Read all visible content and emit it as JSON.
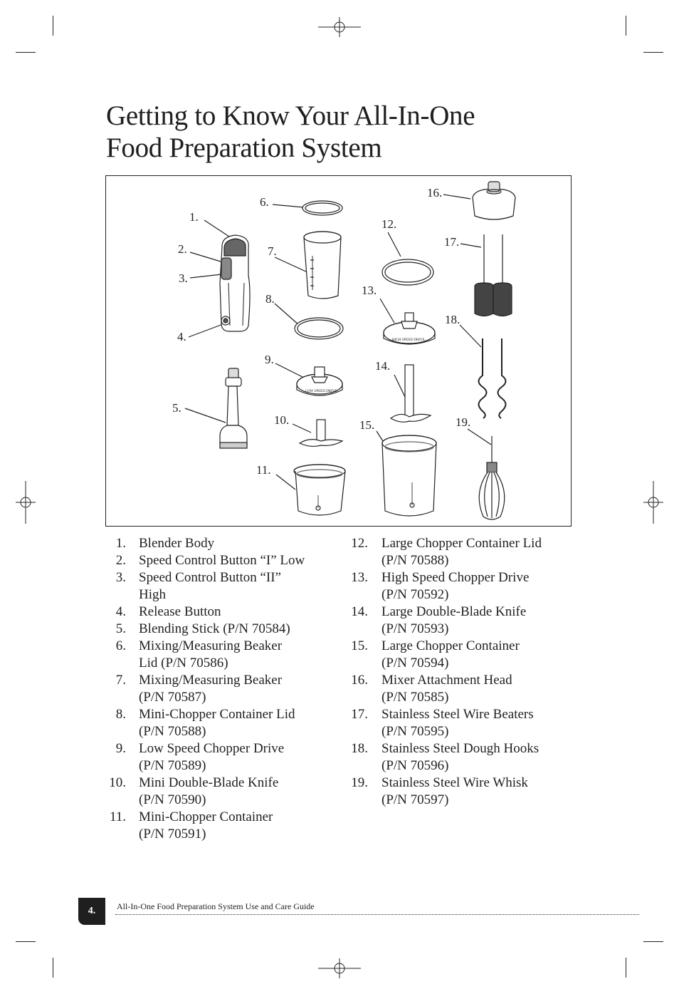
{
  "page": {
    "title_line1": "Getting to Know Your All-In-One",
    "title_line2": "Food Preparation System"
  },
  "figure": {
    "callouts": [
      "1.",
      "2.",
      "3.",
      "4.",
      "5.",
      "6.",
      "7.",
      "8.",
      "9.",
      "10.",
      "11.",
      "12.",
      "13.",
      "14.",
      "15.",
      "16.",
      "17.",
      "18.",
      "19."
    ],
    "high_speed_drive_text": "HIGH SPEED DRIVE",
    "low_speed_drive_text": "LOW SPEED DRIVE"
  },
  "parts_left": [
    {
      "num": "1.",
      "lines": [
        "Blender Body"
      ]
    },
    {
      "num": "2.",
      "lines": [
        "Speed Control Button “I” Low"
      ]
    },
    {
      "num": "3.",
      "lines": [
        "Speed Control Button “II”",
        "High"
      ]
    },
    {
      "num": "4.",
      "lines": [
        "Release Button"
      ]
    },
    {
      "num": "5.",
      "lines": [
        "Blending Stick (P/N 70584)"
      ]
    },
    {
      "num": "6.",
      "lines": [
        "Mixing/Measuring Beaker",
        "Lid (P/N 70586)"
      ]
    },
    {
      "num": "7.",
      "lines": [
        "Mixing/Measuring Beaker",
        "(P/N 70587)"
      ]
    },
    {
      "num": "8.",
      "lines": [
        "Mini-Chopper Container Lid",
        "(P/N 70588)"
      ]
    },
    {
      "num": "9.",
      "lines": [
        "Low Speed Chopper Drive",
        "(P/N 70589)"
      ]
    },
    {
      "num": "10.",
      "lines": [
        "Mini Double-Blade Knife",
        "(P/N 70590)"
      ]
    },
    {
      "num": "11.",
      "lines": [
        "Mini-Chopper Container",
        "(P/N 70591)"
      ]
    }
  ],
  "parts_right": [
    {
      "num": "12.",
      "lines": [
        "Large Chopper Container Lid",
        "(P/N 70588)"
      ]
    },
    {
      "num": "13.",
      "lines": [
        "High Speed Chopper Drive",
        "(P/N 70592)"
      ]
    },
    {
      "num": "14.",
      "lines": [
        "Large Double-Blade Knife",
        "(P/N 70593)"
      ]
    },
    {
      "num": "15.",
      "lines": [
        "Large Chopper Container",
        "(P/N 70594)"
      ]
    },
    {
      "num": "16.",
      "lines": [
        "Mixer Attachment Head",
        "(P/N 70585)"
      ]
    },
    {
      "num": "17.",
      "lines": [
        "Stainless Steel Wire Beaters",
        "(P/N 70595)"
      ]
    },
    {
      "num": "18.",
      "lines": [
        "Stainless Steel Dough Hooks",
        "(P/N 70596)"
      ]
    },
    {
      "num": "19.",
      "lines": [
        "Stainless Steel Wire Whisk",
        "(P/N 70597)"
      ]
    }
  ],
  "footer": {
    "page_number": "4.",
    "guide_title": "All-In-One Food Preparation System Use and Care Guide"
  },
  "colors": {
    "ink": "#1f1f1f",
    "badge_bg": "#1f1f1f",
    "badge_text": "#ffffff"
  }
}
